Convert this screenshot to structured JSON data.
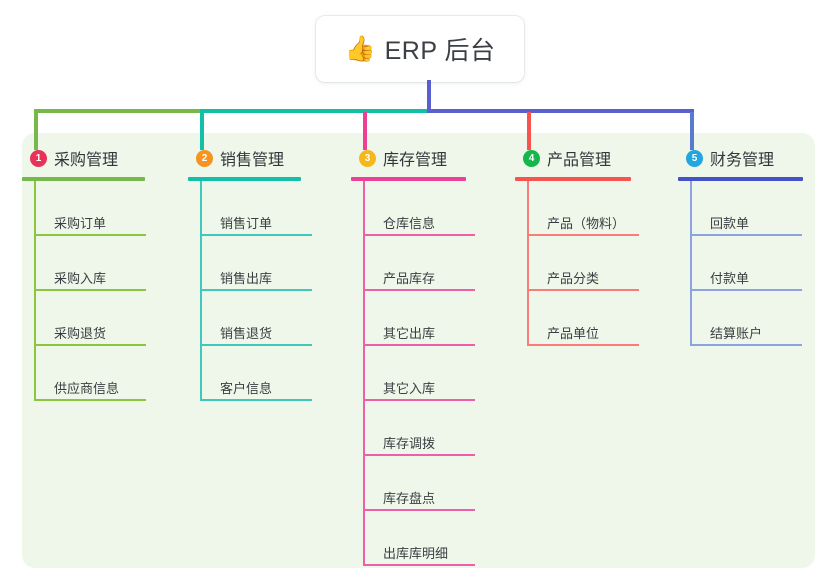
{
  "root": {
    "icon": "thumbs-up-icon",
    "icon_glyph": "👍",
    "title": "ERP 后台"
  },
  "panel": {
    "background": "#eef7e9"
  },
  "connector": {
    "trunk_color": "#5a5fd0",
    "segments": [
      {
        "color": "#76b94a"
      },
      {
        "color": "#13bfa6"
      },
      {
        "color": "#5a5fd0"
      }
    ]
  },
  "columns": [
    {
      "index": "1",
      "title": "采购管理",
      "badge_color": "#e8325a",
      "rule_color": "#76b94a",
      "line_color": "#8cc63f",
      "stub_color": "#76b94a",
      "items": [
        {
          "label": "采购订单"
        },
        {
          "label": "采购入库"
        },
        {
          "label": "采购退货"
        },
        {
          "label": "供应商信息"
        }
      ]
    },
    {
      "index": "2",
      "title": "销售管理",
      "badge_color": "#f7931e",
      "rule_color": "#13bfa6",
      "line_color": "#3fc8bb",
      "stub_color": "#13bfa6",
      "items": [
        {
          "label": "销售订单"
        },
        {
          "label": "销售出库"
        },
        {
          "label": "销售退货"
        },
        {
          "label": "客户信息"
        }
      ]
    },
    {
      "index": "3",
      "title": "库存管理",
      "badge_color": "#f5b81c",
      "rule_color": "#ec3f96",
      "line_color": "#ee5fa7",
      "stub_color": "#ec3f96",
      "items": [
        {
          "label": "仓库信息"
        },
        {
          "label": "产品库存"
        },
        {
          "label": "其它出库"
        },
        {
          "label": "其它入库"
        },
        {
          "label": "库存调拨"
        },
        {
          "label": "库存盘点"
        },
        {
          "label": "出库库明细"
        }
      ]
    },
    {
      "index": "4",
      "title": "产品管理",
      "badge_color": "#15b64b",
      "rule_color": "#f9534f",
      "line_color": "#f97c78",
      "stub_color": "#f9534f",
      "items": [
        {
          "label": "产品（物料）"
        },
        {
          "label": "产品分类"
        },
        {
          "label": "产品单位"
        }
      ]
    },
    {
      "index": "5",
      "title": "财务管理",
      "badge_color": "#21a7e0",
      "rule_color": "#4452c8",
      "line_color": "#8ba4e0",
      "stub_color": "#5a7ad0",
      "items": [
        {
          "label": "回款单"
        },
        {
          "label": "付款单"
        },
        {
          "label": "结算账户"
        }
      ]
    }
  ]
}
